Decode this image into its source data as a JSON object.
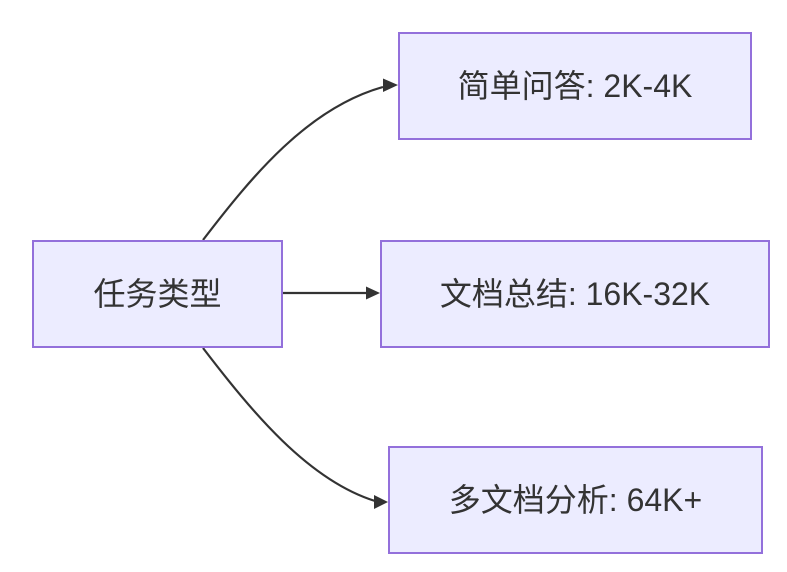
{
  "diagram": {
    "type": "flowchart",
    "direction": "left-to-right",
    "nodes": {
      "root": {
        "id": "root",
        "label": "任务类型"
      },
      "top": {
        "id": "top",
        "label": "简单问答: 2K-4K"
      },
      "middle": {
        "id": "middle",
        "label": "文档总结: 16K-32K"
      },
      "bottom": {
        "id": "bottom",
        "label": "多文档分析: 64K+"
      }
    },
    "edges": [
      {
        "from": "root",
        "to": "top"
      },
      {
        "from": "root",
        "to": "middle"
      },
      {
        "from": "root",
        "to": "bottom"
      }
    ],
    "colors": {
      "node_fill": "#ECECFF",
      "node_border": "#9370DB",
      "edge": "#333333",
      "text": "#333333",
      "background": "#FFFFFF"
    }
  }
}
